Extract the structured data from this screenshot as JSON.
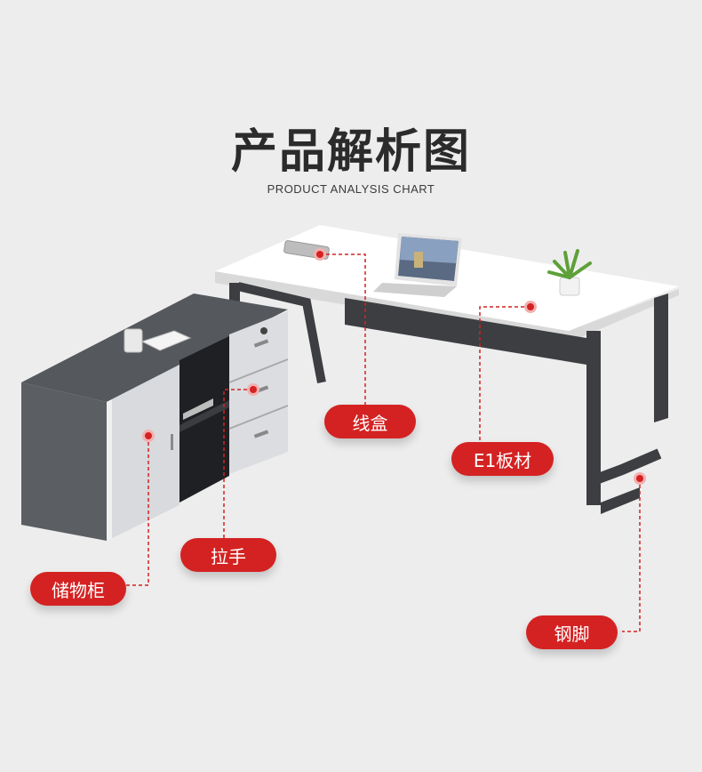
{
  "header": {
    "title": "产品解析图",
    "subtitle": "PRODUCT ANALYSIS CHART"
  },
  "labels": {
    "cable_box": "线盒",
    "board": "E1板材",
    "handle": "拉手",
    "cabinet": "储物柜",
    "steel_leg": "钢脚"
  },
  "colors": {
    "accent": "#d42222",
    "background": "#ededed",
    "desk_top": "#ffffff",
    "frame": "#3c3e42",
    "cabinet_body": "#55585c",
    "cabinet_door": "#d8dadd"
  }
}
